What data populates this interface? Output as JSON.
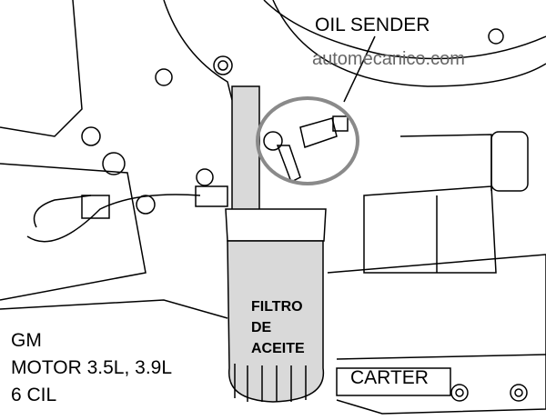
{
  "labels": {
    "oil_sender": "OIL SENDER",
    "watermark": "automecanico.com",
    "filter_line1": "FILTRO",
    "filter_line2": "DE",
    "filter_line3": "ACEITE",
    "carter": "CARTER",
    "engine_line1": "GM",
    "engine_line2": "MOTOR  3.5L, 3.9L",
    "engine_line3": "6 CIL"
  },
  "colors": {
    "line": "#000000",
    "filter_fill": "#d9d9d9",
    "highlight_circle": "#8a8a8a",
    "watermark": "#666666"
  }
}
